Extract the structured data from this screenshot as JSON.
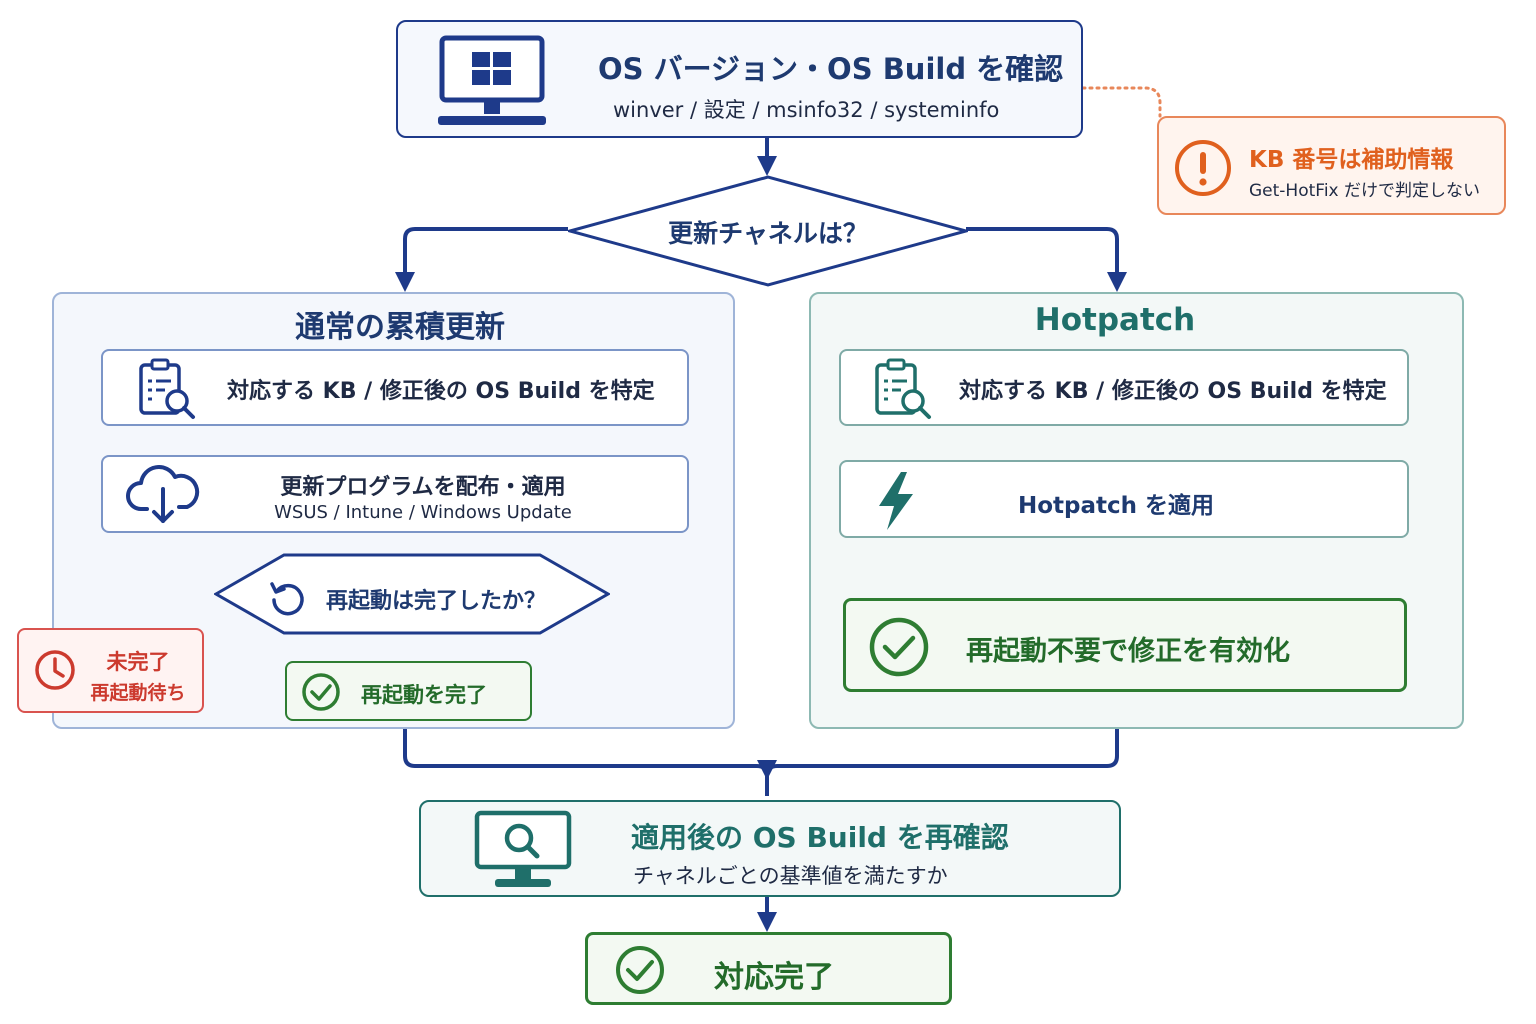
{
  "start": {
    "title": "OS バージョン・OS Build を確認",
    "subtitle": "winver / 設定 / msinfo32 / systeminfo"
  },
  "note": {
    "title": "KB 番号は補助情報",
    "text": "Get-HotFix だけで判定しない"
  },
  "decision_channel": "更新チャネルは？",
  "regular": {
    "title": "通常の累積更新",
    "identify": "対応する KB / 修正後の OS Build を特定",
    "deploy_title": "更新プログラムを配布・適用",
    "deploy_tools": "WSUS / Intune / Windows Update",
    "reboot_question": "再起動は完了したか？",
    "incomplete_title": "未完了",
    "incomplete_text": "再起動待ち",
    "reboot_done": "再起動を完了"
  },
  "hotpatch": {
    "title": "Hotpatch",
    "identify": "対応する KB / 修正後の OS Build を特定",
    "apply": "Hotpatch を適用",
    "result": "再起動不要で修正を有効化"
  },
  "verify": {
    "title": "適用後の OS Build を再確認",
    "subtitle": "チャネルごとの基準値を満たすか"
  },
  "done": "対応完了",
  "colors": {
    "navy": "#1e3a8a",
    "teal": "#1f6f6a",
    "green": "#2e7d32",
    "orange": "#e0601e",
    "red": "#cc3a2e"
  }
}
